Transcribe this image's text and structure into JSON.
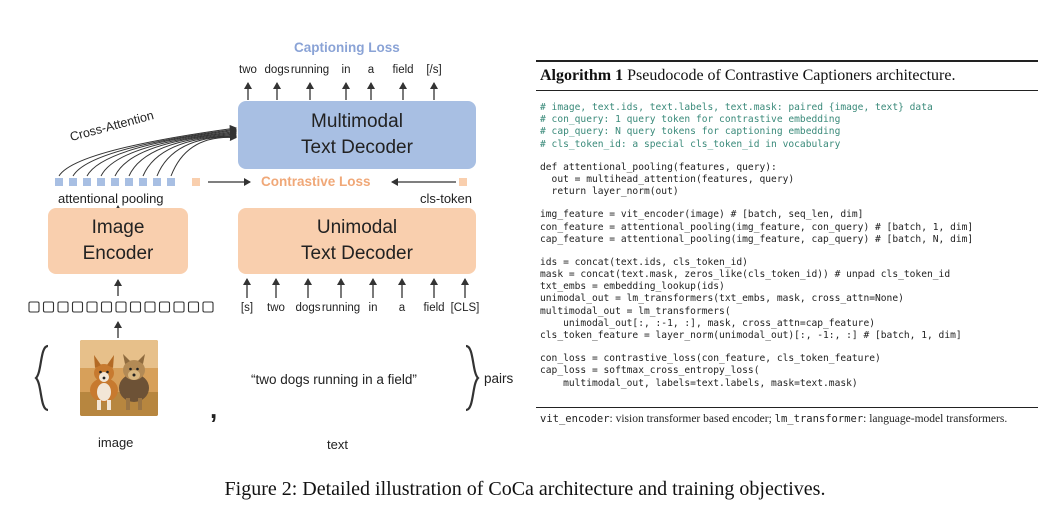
{
  "diagram": {
    "captioning_loss_title": "Captioning Loss",
    "decoder_output_tokens": [
      "two",
      "dogs",
      "running",
      "in",
      "a",
      "field",
      "[/s]"
    ],
    "multimodal_decoder_label": "Multimodal\nText Decoder",
    "cross_attention_label": "Cross-Attention",
    "attentional_pooling_label": "attentional pooling",
    "contrastive_loss_title": "Contrastive Loss",
    "cls_token_label": "cls-token",
    "image_encoder_label": "Image\nEncoder",
    "unimodal_decoder_label": "Unimodal\nText Decoder",
    "decoder_input_tokens": [
      "[s]",
      "two",
      "dogs",
      "running",
      "in",
      "a",
      "field",
      "[CLS]"
    ],
    "pair_text": "“two dogs running in a field”",
    "pairs_label": "pairs",
    "image_label": "image",
    "text_label": "text",
    "comma": ",",
    "colors": {
      "encoder": "#f9cfae",
      "decoder": "#a8bfe3",
      "orange_accent": "#f0a878",
      "blue_accent": "#8aa3d6"
    }
  },
  "algorithm": {
    "title_bold": "Algorithm 1",
    "title_rest": "Pseudocode of Contrastive Captioners architecture.",
    "code_lines": [
      {
        "t": "# image, text.ids, text.labels, text.mask: paired {image, text} data",
        "c": true
      },
      {
        "t": "# con_query: 1 query token for contrastive embedding",
        "c": true
      },
      {
        "t": "# cap_query: N query tokens for captioning embedding",
        "c": true
      },
      {
        "t": "# cls_token_id: a special cls_token_id in vocabulary",
        "c": true
      },
      {
        "t": "",
        "c": false
      },
      {
        "t": "def attentional_pooling(features, query):",
        "c": false
      },
      {
        "t": "  out = multihead_attention(features, query)",
        "c": false
      },
      {
        "t": "  return layer_norm(out)",
        "c": false
      },
      {
        "t": "",
        "c": false
      },
      {
        "t": "img_feature = vit_encoder(image) # [batch, seq_len, dim]",
        "c": false
      },
      {
        "t": "con_feature = attentional_pooling(img_feature, con_query) # [batch, 1, dim]",
        "c": false
      },
      {
        "t": "cap_feature = attentional_pooling(img_feature, cap_query) # [batch, N, dim]",
        "c": false
      },
      {
        "t": "",
        "c": false
      },
      {
        "t": "ids = concat(text.ids, cls_token_id)",
        "c": false
      },
      {
        "t": "mask = concat(text.mask, zeros_like(cls_token_id)) # unpad cls_token_id",
        "c": false
      },
      {
        "t": "txt_embs = embedding_lookup(ids)",
        "c": false
      },
      {
        "t": "unimodal_out = lm_transformers(txt_embs, mask, cross_attn=None)",
        "c": false
      },
      {
        "t": "multimodal_out = lm_transformers(",
        "c": false
      },
      {
        "t": "    unimodal_out[:, :-1, :], mask, cross_attn=cap_feature)",
        "c": false
      },
      {
        "t": "cls_token_feature = layer_norm(unimodal_out)[:, -1:, :] # [batch, 1, dim]",
        "c": false
      },
      {
        "t": "",
        "c": false
      },
      {
        "t": "con_loss = contrastive_loss(con_feature, cls_token_feature)",
        "c": false
      },
      {
        "t": "cap_loss = softmax_cross_entropy_loss(",
        "c": false
      },
      {
        "t": "    multimodal_out, labels=text.labels, mask=text.mask)",
        "c": false
      }
    ],
    "footnote_parts": [
      {
        "text": "vit_encoder",
        "mono": true
      },
      {
        "text": ": vision transformer based encoder; ",
        "mono": false
      },
      {
        "text": "lm_transformer",
        "mono": true
      },
      {
        "text": ": language-model transformers.",
        "mono": false
      }
    ]
  },
  "figure_caption": "Figure 2: Detailed illustration of CoCa architecture and training objectives."
}
